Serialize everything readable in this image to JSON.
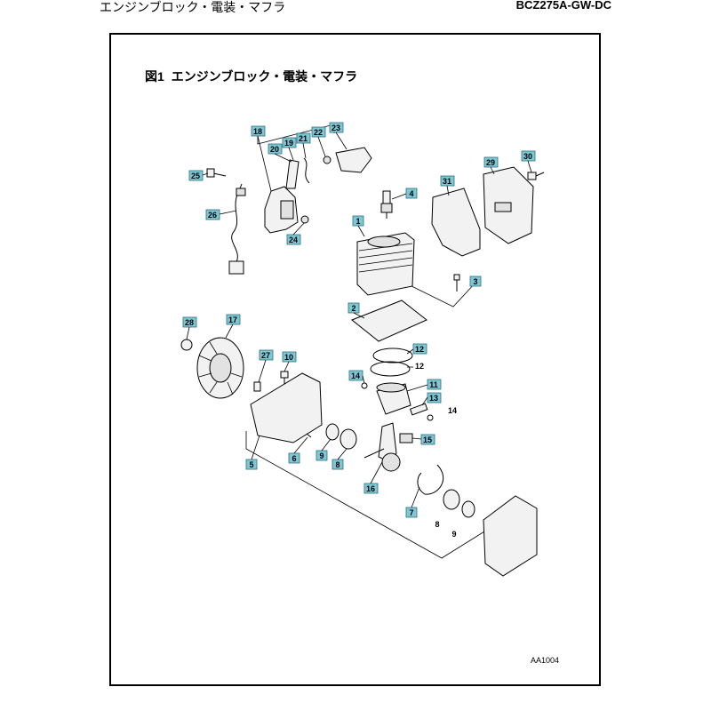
{
  "header": {
    "title": "エンジンブロック・電装・マフラ",
    "model": "BCZ275A-GW-DC"
  },
  "figure": {
    "number": "図1",
    "title": "エンジンブロック・電装・マフラ",
    "code": "AA1004"
  },
  "callouts": [
    {
      "label": "1",
      "style": "boxed"
    },
    {
      "label": "2",
      "style": "boxed"
    },
    {
      "label": "3",
      "style": "boxed"
    },
    {
      "label": "4",
      "style": "boxed"
    },
    {
      "label": "5",
      "style": "boxed"
    },
    {
      "label": "6",
      "style": "boxed"
    },
    {
      "label": "7",
      "style": "boxed"
    },
    {
      "label": "8",
      "style": "boxed"
    },
    {
      "label": "8",
      "style": "plain"
    },
    {
      "label": "9",
      "style": "boxed"
    },
    {
      "label": "9",
      "style": "plain"
    },
    {
      "label": "10",
      "style": "boxed"
    },
    {
      "label": "11",
      "style": "boxed"
    },
    {
      "label": "12",
      "style": "boxed"
    },
    {
      "label": "12",
      "style": "plain"
    },
    {
      "label": "13",
      "style": "boxed"
    },
    {
      "label": "14",
      "style": "boxed"
    },
    {
      "label": "14",
      "style": "plain"
    },
    {
      "label": "15",
      "style": "boxed"
    },
    {
      "label": "16",
      "style": "boxed"
    },
    {
      "label": "17",
      "style": "boxed"
    },
    {
      "label": "18",
      "style": "boxed"
    },
    {
      "label": "19",
      "style": "boxed"
    },
    {
      "label": "20",
      "style": "boxed"
    },
    {
      "label": "21",
      "style": "boxed"
    },
    {
      "label": "22",
      "style": "boxed"
    },
    {
      "label": "23",
      "style": "boxed"
    },
    {
      "label": "24",
      "style": "boxed"
    },
    {
      "label": "25",
      "style": "boxed"
    },
    {
      "label": "26",
      "style": "boxed"
    },
    {
      "label": "27",
      "style": "boxed"
    },
    {
      "label": "28",
      "style": "boxed"
    },
    {
      "label": "29",
      "style": "boxed"
    },
    {
      "label": "30",
      "style": "boxed"
    },
    {
      "label": "31",
      "style": "boxed"
    }
  ]
}
